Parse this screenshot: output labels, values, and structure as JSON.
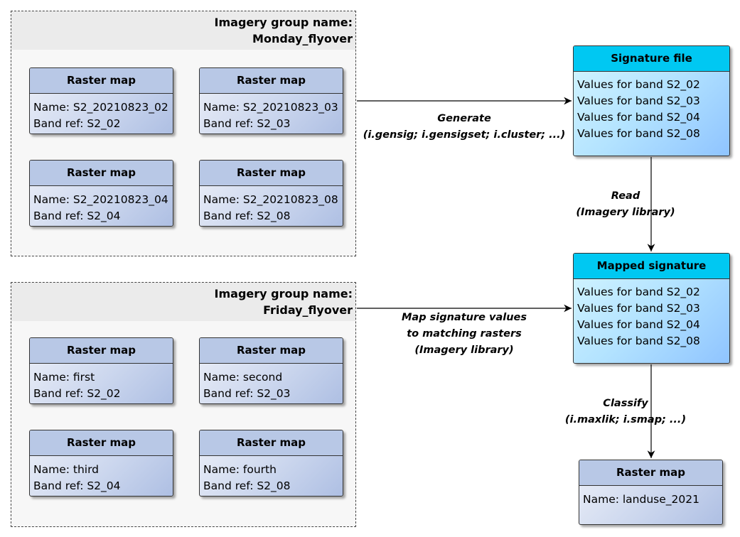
{
  "groups": [
    {
      "title_line1": "Imagery group name:",
      "title_line2": "Monday_flyover",
      "rasters": [
        {
          "header": "Raster map",
          "name": "Name: S2_20210823_02",
          "band": "Band ref: S2_02"
        },
        {
          "header": "Raster map",
          "name": "Name: S2_20210823_03",
          "band": "Band ref: S2_03"
        },
        {
          "header": "Raster map",
          "name": "Name: S2_20210823_04",
          "band": "Band ref: S2_04"
        },
        {
          "header": "Raster map",
          "name": "Name: S2_20210823_08",
          "band": "Band ref: S2_08"
        }
      ]
    },
    {
      "title_line1": "Imagery group name:",
      "title_line2": "Friday_flyover",
      "rasters": [
        {
          "header": "Raster map",
          "name": "Name: first",
          "band": "Band ref: S2_02"
        },
        {
          "header": "Raster map",
          "name": "Name: second",
          "band": "Band ref: S2_03"
        },
        {
          "header": "Raster map",
          "name": "Name: third",
          "band": "Band ref: S2_04"
        },
        {
          "header": "Raster map",
          "name": "Name: fourth",
          "band": "Band ref: S2_08"
        }
      ]
    }
  ],
  "signature_file": {
    "header": "Signature file",
    "values": [
      "Values for band S2_02",
      "Values for band S2_03",
      "Values for band S2_04",
      "Values for band S2_08"
    ]
  },
  "mapped_signature": {
    "header": "Mapped signature",
    "values": [
      "Values for band S2_02",
      "Values for band S2_03",
      "Values for band S2_04",
      "Values for band S2_08"
    ]
  },
  "output_raster": {
    "header": "Raster map",
    "name": "Name: landuse_2021"
  },
  "edges": {
    "generate": {
      "line1": "Generate",
      "line2": "(i.gensig; i.gensigset; i.cluster; ...)"
    },
    "read": {
      "line1": "Read",
      "line2": "(Imagery library)"
    },
    "map": {
      "line1": "Map signature values",
      "line2": "to matching rasters",
      "line3": "(Imagery library)"
    },
    "classify": {
      "line1": "Classify",
      "line2": "(i.maxlik; i.smap; ...)"
    }
  },
  "colors": {
    "raster_header": "#b8c8e6",
    "signature_header": "#00c8f2",
    "group_background": "#f7f7f7"
  }
}
